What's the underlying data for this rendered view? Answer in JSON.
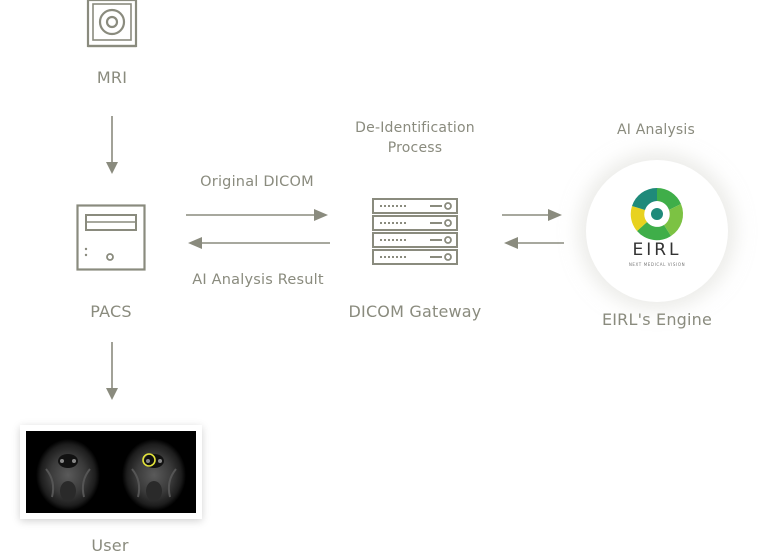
{
  "nodes": {
    "mri": "MRI",
    "pacs": "PACS",
    "user": "User",
    "gateway": "DICOM Gateway",
    "engine": "EIRL's Engine"
  },
  "edges": {
    "original_dicom": "Original DICOM",
    "ai_result": "AI Analysis Result",
    "deid_line1": "De-Identification",
    "deid_line2": "Process",
    "ai_analysis": "AI Analysis"
  },
  "logo": {
    "brand": "EIRL",
    "tagline": "NEXT MEDICAL VISION"
  },
  "colors": {
    "line": "#8a8b7e",
    "logo_green": "#3fae49",
    "logo_yellow": "#e8d21f",
    "logo_teal": "#1f8a7a",
    "marker": "#e3e33a"
  }
}
